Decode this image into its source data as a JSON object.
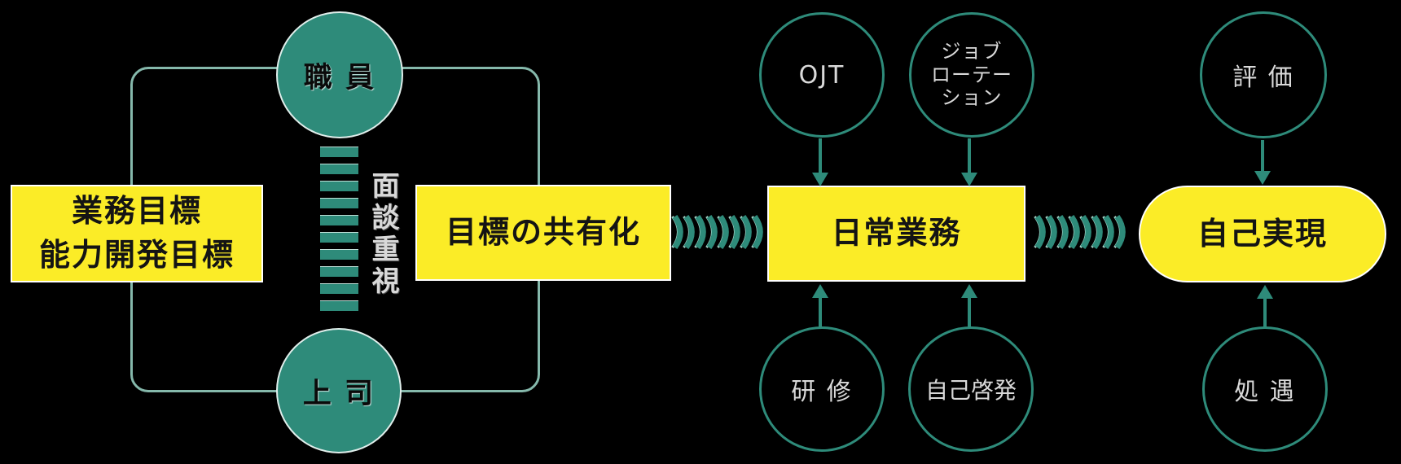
{
  "colors": {
    "background": "#000000",
    "teal_fill": "#2E8B7A",
    "frame_line": "#85B8AB",
    "yellow": "#FBEC27",
    "circle_text_light": "#D9D9D9",
    "box_text_dark": "#141414"
  },
  "left": {
    "staff_circle": "職 員",
    "boss_circle": "上 司",
    "interview_label": "面談重視",
    "goals_line1": "業務目標",
    "goals_line2": "能力開発目標",
    "share_box": "目標の共有化"
  },
  "center": {
    "ojt_circle": "OJT",
    "jobrot_line1": "ジョブ",
    "jobrot_line2": "ローテー",
    "jobrot_line3": "ション",
    "daily_work_box": "日常業務",
    "training_circle": "研 修",
    "self_dev_circle": "自己啓発"
  },
  "right": {
    "evaluation_circle": "評 価",
    "self_actualization_box": "自己実現",
    "treatment_circle": "処 遇"
  }
}
